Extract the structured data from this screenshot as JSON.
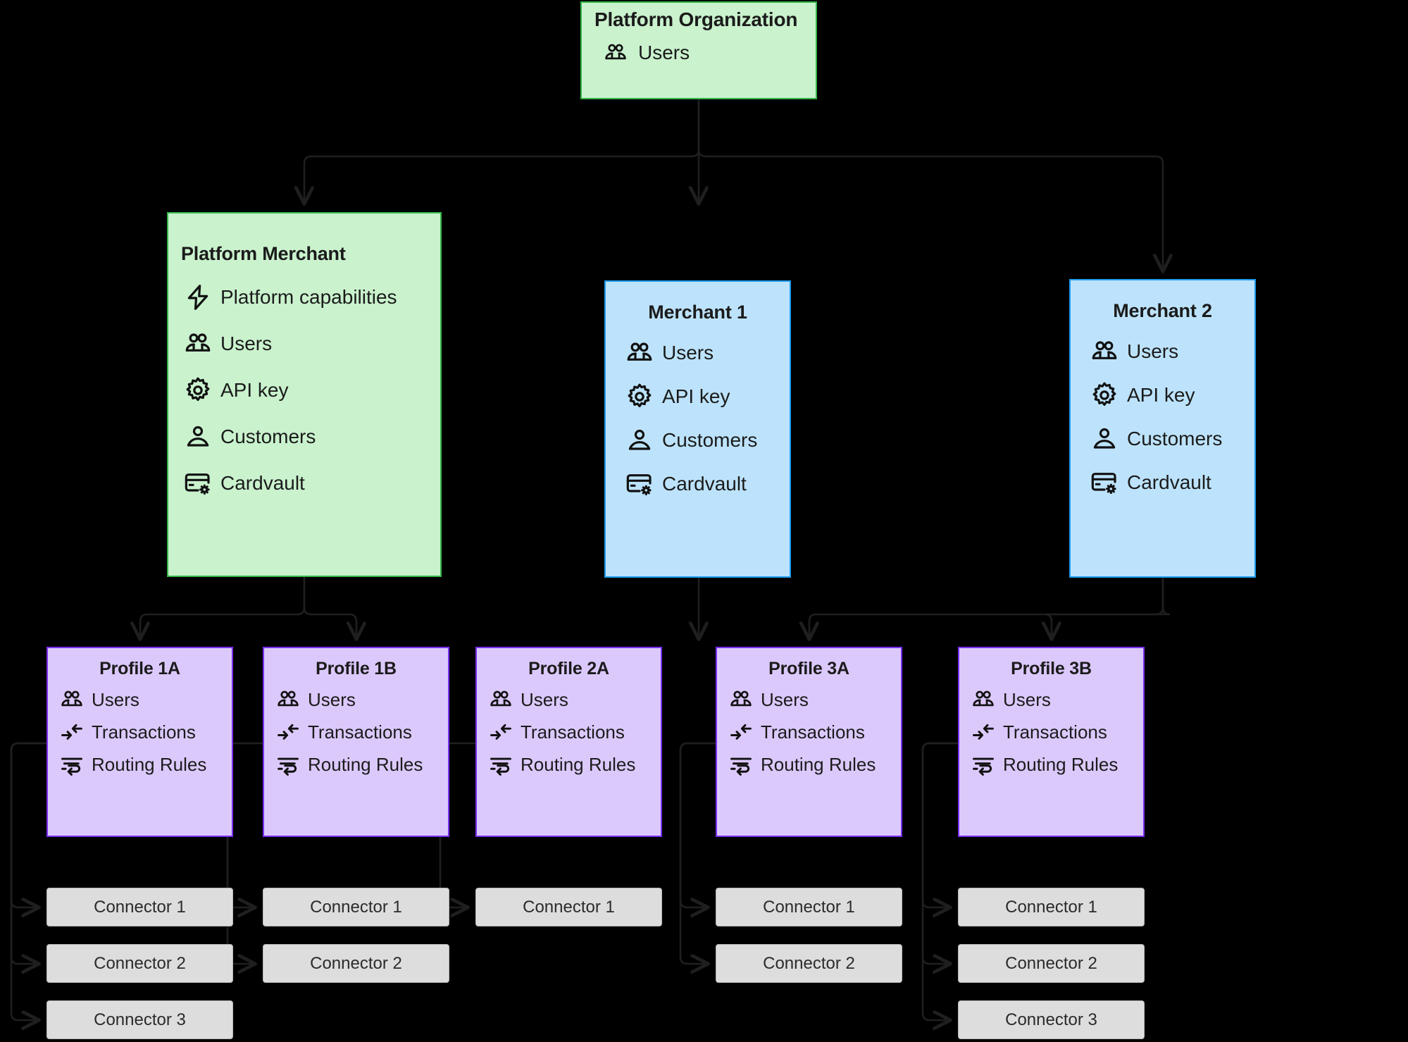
{
  "colors": {
    "background": "#000000",
    "green_fill": "#c9f2cd",
    "green_stroke": "#35b54a",
    "blue_fill": "#bde3fc",
    "blue_stroke": "#1f9cf0",
    "purple_fill": "#dcc9fc",
    "purple_stroke": "#7a2ff2",
    "connector_fill": "#dddddd",
    "connector_stroke": "#b6b6b6",
    "edge": "#1f1f1f",
    "text": "#1b1b1b"
  },
  "nodes": {
    "platform_organization": {
      "title": "Platform Organization",
      "items": [
        {
          "icon": "users-icon",
          "label": "Users"
        }
      ]
    },
    "platform_merchant": {
      "title": "Platform Merchant",
      "items": [
        {
          "icon": "bolt-icon",
          "label": "Platform capabilities"
        },
        {
          "icon": "users-icon",
          "label": "Users"
        },
        {
          "icon": "gear-icon",
          "label": "API key"
        },
        {
          "icon": "person-icon",
          "label": "Customers"
        },
        {
          "icon": "cardvault-icon",
          "label": "Cardvault"
        }
      ]
    },
    "merchant_1": {
      "title": "Merchant 1",
      "items": [
        {
          "icon": "users-icon",
          "label": "Users"
        },
        {
          "icon": "gear-icon",
          "label": "API key"
        },
        {
          "icon": "person-icon",
          "label": "Customers"
        },
        {
          "icon": "cardvault-icon",
          "label": "Cardvault"
        }
      ]
    },
    "merchant_2": {
      "title": "Merchant 2",
      "items": [
        {
          "icon": "users-icon",
          "label": "Users"
        },
        {
          "icon": "gear-icon",
          "label": "API key"
        },
        {
          "icon": "person-icon",
          "label": "Customers"
        },
        {
          "icon": "cardvault-icon",
          "label": "Cardvault"
        }
      ]
    },
    "profile_1a": {
      "title": "Profile 1A",
      "items": [
        {
          "icon": "users-icon",
          "label": "Users"
        },
        {
          "icon": "transactions-icon",
          "label": "Transactions"
        },
        {
          "icon": "routing-rules-icon",
          "label": "Routing Rules"
        }
      ],
      "connectors": [
        "Connector 1",
        "Connector 2",
        "Connector 3"
      ]
    },
    "profile_1b": {
      "title": "Profile 1B",
      "items": [
        {
          "icon": "users-icon",
          "label": "Users"
        },
        {
          "icon": "transactions-icon",
          "label": "Transactions"
        },
        {
          "icon": "routing-rules-icon",
          "label": "Routing Rules"
        }
      ],
      "connectors": [
        "Connector 1",
        "Connector 2"
      ]
    },
    "profile_2a": {
      "title": "Profile 2A",
      "items": [
        {
          "icon": "users-icon",
          "label": "Users"
        },
        {
          "icon": "transactions-icon",
          "label": "Transactions"
        },
        {
          "icon": "routing-rules-icon",
          "label": "Routing Rules"
        }
      ],
      "connectors": [
        "Connector 1"
      ]
    },
    "profile_3a": {
      "title": "Profile 3A",
      "items": [
        {
          "icon": "users-icon",
          "label": "Users"
        },
        {
          "icon": "transactions-icon",
          "label": "Transactions"
        },
        {
          "icon": "routing-rules-icon",
          "label": "Routing Rules"
        }
      ],
      "connectors": [
        "Connector 1",
        "Connector 2"
      ]
    },
    "profile_3b": {
      "title": "Profile 3B",
      "items": [
        {
          "icon": "users-icon",
          "label": "Users"
        },
        {
          "icon": "transactions-icon",
          "label": "Transactions"
        },
        {
          "icon": "routing-rules-icon",
          "label": "Routing Rules"
        }
      ],
      "connectors": [
        "Connector 1",
        "Connector 2",
        "Connector 3"
      ]
    }
  },
  "edges": [
    {
      "from": "platform_organization",
      "to": "platform_merchant"
    },
    {
      "from": "platform_organization",
      "to": "merchant_1"
    },
    {
      "from": "platform_organization",
      "to": "merchant_2"
    },
    {
      "from": "platform_merchant",
      "to": "profile_1a"
    },
    {
      "from": "platform_merchant",
      "to": "profile_1b"
    },
    {
      "from": "merchant_1",
      "to": "profile_2a"
    },
    {
      "from": "merchant_2",
      "to": "profile_3a"
    },
    {
      "from": "merchant_2",
      "to": "profile_3b"
    },
    {
      "from": "profile_1a",
      "to": "profile_1a_connector_1"
    },
    {
      "from": "profile_1a",
      "to": "profile_1a_connector_2"
    },
    {
      "from": "profile_1a",
      "to": "profile_1a_connector_3"
    },
    {
      "from": "profile_1b",
      "to": "profile_1b_connector_1"
    },
    {
      "from": "profile_1b",
      "to": "profile_1b_connector_2"
    },
    {
      "from": "profile_2a",
      "to": "profile_2a_connector_1"
    },
    {
      "from": "profile_3a",
      "to": "profile_3a_connector_1"
    },
    {
      "from": "profile_3a",
      "to": "profile_3a_connector_2"
    },
    {
      "from": "profile_3b",
      "to": "profile_3b_connector_1"
    },
    {
      "from": "profile_3b",
      "to": "profile_3b_connector_2"
    },
    {
      "from": "profile_3b",
      "to": "profile_3b_connector_3"
    }
  ]
}
